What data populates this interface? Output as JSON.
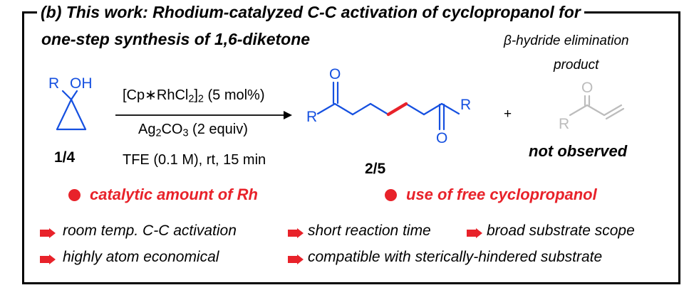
{
  "title": {
    "line1": "(b) This work: Rhodium-catalyzed C-C activation of cyclopropanol for",
    "line2": "one-step synthesis of 1,6-diketone"
  },
  "reactant": {
    "r_label": "R",
    "oh_label": "OH",
    "id": "1/4"
  },
  "conditions": {
    "catalyst_main": "[Cp∗RhCl",
    "catalyst_sub1": "2",
    "catalyst_close": "]",
    "catalyst_sub2": "2",
    "catalyst_loading": " (5 mol%)",
    "additive_main": "Ag",
    "additive_sub1": "2",
    "additive_mid": "CO",
    "additive_sub2": "3",
    "additive_rest": " (2 equiv)",
    "solvent": "TFE (0.1 M), rt, 15 min"
  },
  "product": {
    "o_top": "O",
    "o_bottom": "O",
    "r_left": "R",
    "r_right": "R",
    "id": "2/5"
  },
  "plus": "+",
  "side_product": {
    "label_line1": "β-hydride elimination",
    "label_line2": "product",
    "o_label": "O",
    "r_label": "R",
    "status": "not observed"
  },
  "highlights": [
    "catalytic amount of Rh",
    "use of free cyclopropanol"
  ],
  "features": [
    "room temp. C-C activation",
    "short reaction time",
    "broad substrate scope",
    "highly atom economical",
    "compatible with sterically-hindered substrate"
  ],
  "colors": {
    "blue": "#1550e0",
    "red": "#e8222a",
    "grey": "#bcbcbc"
  }
}
